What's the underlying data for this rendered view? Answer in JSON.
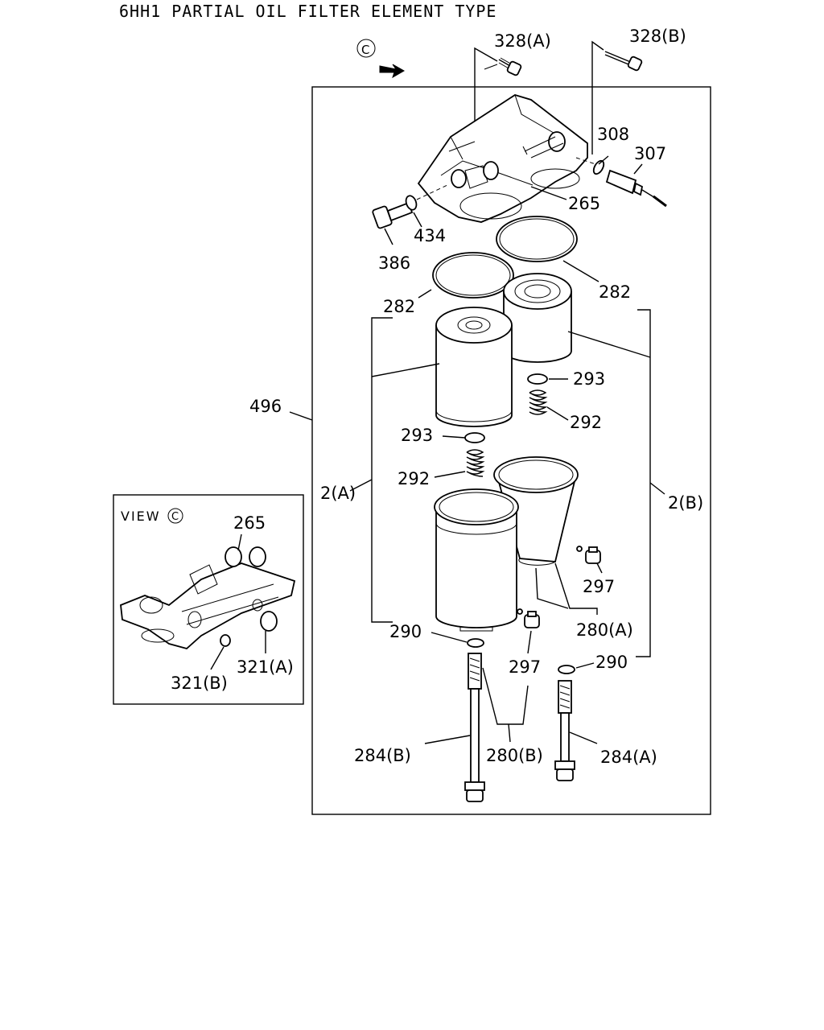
{
  "title": "6HH1 PARTIAL OIL FILTER ELEMENT TYPE",
  "view_marker": "C",
  "inset": {
    "label": "VIEW",
    "marker": "C",
    "callouts": [
      "265",
      "321(A)",
      "321(B)"
    ]
  },
  "callouts": {
    "p328a": "328(A)",
    "p328b": "328(B)",
    "p308": "308",
    "p307": "307",
    "p265": "265",
    "p434": "434",
    "p386": "386",
    "p282l": "282",
    "p282r": "282",
    "p293r": "293",
    "p292r": "292",
    "p496": "496",
    "p293l": "293",
    "p292l": "292",
    "p2a": "2(A)",
    "p2b": "2(B)",
    "p297r": "297",
    "p280a": "280(A)",
    "p290l": "290",
    "p290r": "290",
    "p297l": "297",
    "p284b": "284(B)",
    "p280b": "280(B)",
    "p284a": "284(A)"
  }
}
